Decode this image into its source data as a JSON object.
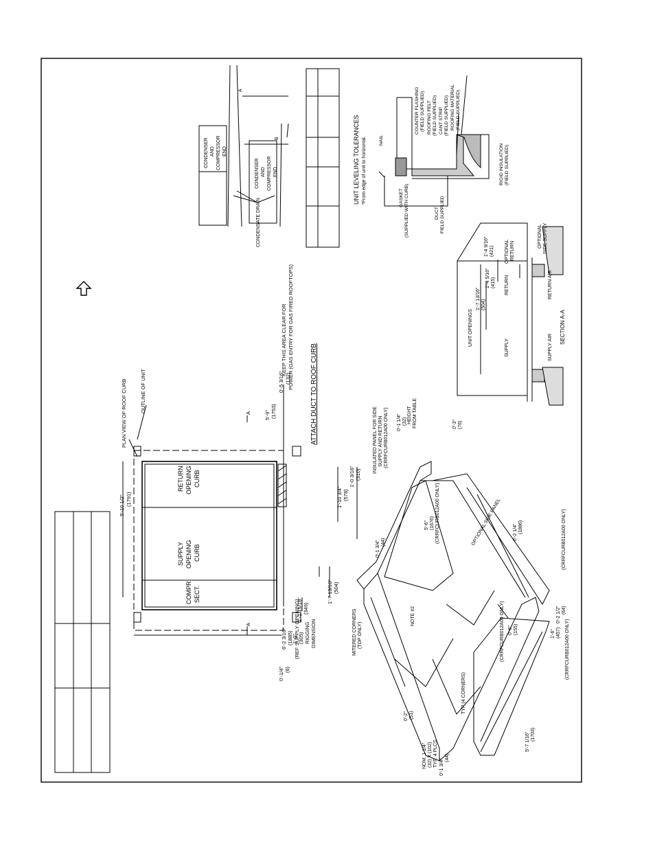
{
  "plan": {
    "plan_view_label": "PLAN VIEW OF ROOF CURB",
    "outline_label": "OUTLINE OF UNIT",
    "dim_top_width": "5'-10 1/2\"",
    "dim_top_width_mm": "(1791)",
    "dim_right_width": "5'-9\"",
    "dim_right_width_mm": "(1753)",
    "dim_right_offset": "0'-5 3/16\"",
    "dim_right_offset_mm": "(132)",
    "dim_length": "6'-2 3/16\"",
    "dim_length_mm": "(1885)",
    "dim_length_note": "(REF SUPPLY OPENING)",
    "dim_rigging": "1'-0\"",
    "dim_rigging_mm": "(305)",
    "rigging_1": "RIGGING",
    "rigging_2": "DIMENSION",
    "dim_offset_small": "0'-1/4\"",
    "dim_offset_small_mm": "(6)",
    "dim_a": "1'-1 15/16\"",
    "dim_a_mm": "(349)",
    "dim_b": "1'-7 13/16\"",
    "dim_b_mm": "(504)",
    "dim_c": "1'-10 3/4\"",
    "dim_c_mm": "(578)",
    "dim_d": "1'-0 3/16\"",
    "dim_d_mm": "(310)",
    "compr_1": "COMPR",
    "compr_2": "SECT.",
    "supply_1": "SUPPLY",
    "supply_2": "OPENING",
    "supply_3": "CURB",
    "return_1": "RETURN",
    "return_2": "OPENING",
    "return_3": "CURB",
    "section_mark": "A",
    "keep_clear_1": "KEEP THIS AREA CLEAR FOR",
    "keep_clear_2": "POWER (GAS ENTRY FOR GAS FIRED ROOFTOPS)",
    "attach_duct": "ATTACH DUCT TO ROOF CURB"
  },
  "leveling": {
    "condenser_1": "CONDENSER",
    "condenser_2": "AND",
    "condenser_3": "COMPRESSOR",
    "condenser_4": "END",
    "condensate_drain": "CONDENSATE DRAIN",
    "mark_a": "A",
    "mark_b": "B",
    "title": "UNIT LEVELING TOLERANCES",
    "note": "*From edge of unit to horizontal."
  },
  "flashing": {
    "nail": "NAIL",
    "counter_1": "COUNTER FLASHING",
    "counter_2": "(FIELD SUPPLIED)",
    "felt_1": "ROOFING FELT",
    "felt_2": "(FIELD SUPPLIED)",
    "cant_1": "CANT STRIP",
    "cant_2": "(FIELD SUPPLIED)",
    "material_1": "ROOFING MATERIAL",
    "material_2": "(FIELD SUPPLIED)",
    "gasket_1": "GASKET",
    "gasket_2": "(SUPPLIED WITH CURB)",
    "duct_1": "DUCT",
    "duct_2": "FIELD SUPPLIED",
    "rigid_1": "RIGID INSULATION",
    "rigid_2": "(FIELD SUPPLIED)"
  },
  "section": {
    "unit_openings": "UNIT OPENINGS",
    "dim_supply_return": "1'-7 13/16\"",
    "dim_supply_return_mm": "(504)",
    "dim_return": "1'-4 5/16\"",
    "dim_return_mm": "(415)",
    "dim_opt_return": "1'-4 9/16\"",
    "dim_opt_return_mm": "(421)",
    "supply": "SUPPLY",
    "return": "RETURN",
    "optional_1": "OPTIONAL",
    "optional_2": "RETURN",
    "optional_side_1": "OPTIONAL",
    "optional_side_2": "SIDE SUPPLY",
    "supply_air": "SUPPLY AIR",
    "return_air": "RETURN AIR",
    "title": "SECTION A-A"
  },
  "iso": {
    "insulated_1": "INSULATED PANEL FOR SIDE",
    "insulated_2": "SUPPLY AND RETURN",
    "insulated_3": "(CRRFCURB012A00 ONLY)",
    "dim_top": "0'-1 3/4\"",
    "dim_top_mm": "(44)",
    "dim_height1": "0'-1 1/4\"",
    "dim_height1_mm": "(32)",
    "height_1": "HEIGHT",
    "height_2": "FROM TABLE",
    "dim_3": "0'-3\"",
    "dim_3_mm": "(76)",
    "dim_56": "5'-6\"",
    "dim_56_mm": "(1676)",
    "dim_56_note": "(CRRFCURB012A00 ONLY)",
    "optional_panel": "OPTIONAL SIDE PANEL",
    "dim_62": "6'-2 1/4\"",
    "dim_62_mm": "(1886)",
    "mitered_1": "MITERED CORNERS",
    "mitered_2": "(TOP ONLY)",
    "note2": "NOTE #2",
    "dim_2": "0'-2 1/2\"",
    "dim_2_mm": "(64)",
    "dim_2_note": "(CRRFCURB012A00 ONLY)",
    "dim_6": "0'-6\"",
    "dim_6_mm": "(155)",
    "dim_6_note": "(CRRFCURB012A00 ONLY)",
    "dim_15": "1'-6\"",
    "dim_15_mm": "(457)",
    "dim_15_note": "(CRRFCURB012A00 ONLY)",
    "typ_corners": "TYP (4 CORNERS)",
    "dim_02": "0'-2\"",
    "dim_02_mm": "(51)",
    "nom_1": "NOM. 1 1/4\"",
    "nom_2": "(32) X (102)",
    "nom_3": "TYP. 4 PLCS",
    "dim_034": "0'-1 3/4\"",
    "dim_034_mm": "(44)",
    "dim_57": "5'-7 1/16\"",
    "dim_57_mm": "(1703)"
  }
}
